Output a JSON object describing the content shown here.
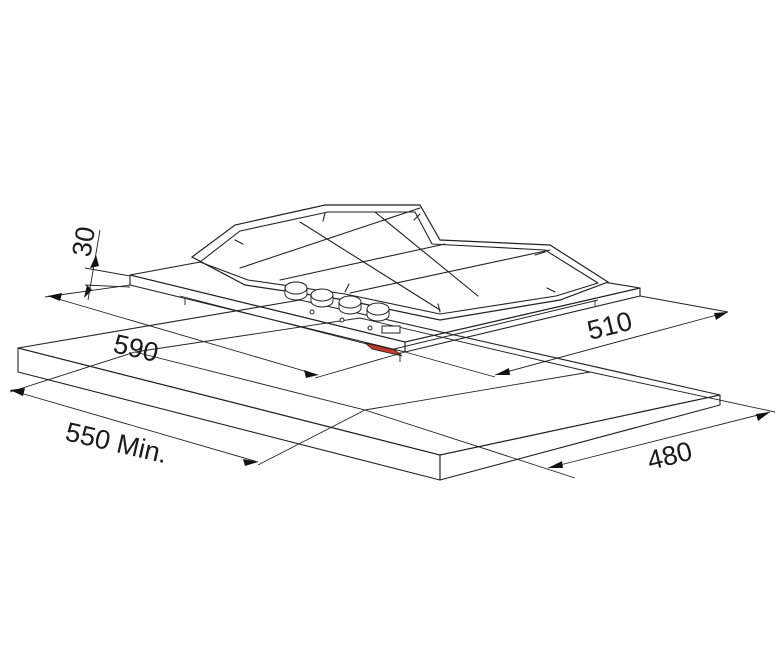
{
  "dimensions": {
    "height": "30",
    "hob_width": "590",
    "hob_depth": "510",
    "cutout_width": "550 Min.",
    "cutout_depth": "480"
  },
  "colors": {
    "line": "#222222",
    "background": "#ffffff",
    "accent": "#c0392b"
  }
}
